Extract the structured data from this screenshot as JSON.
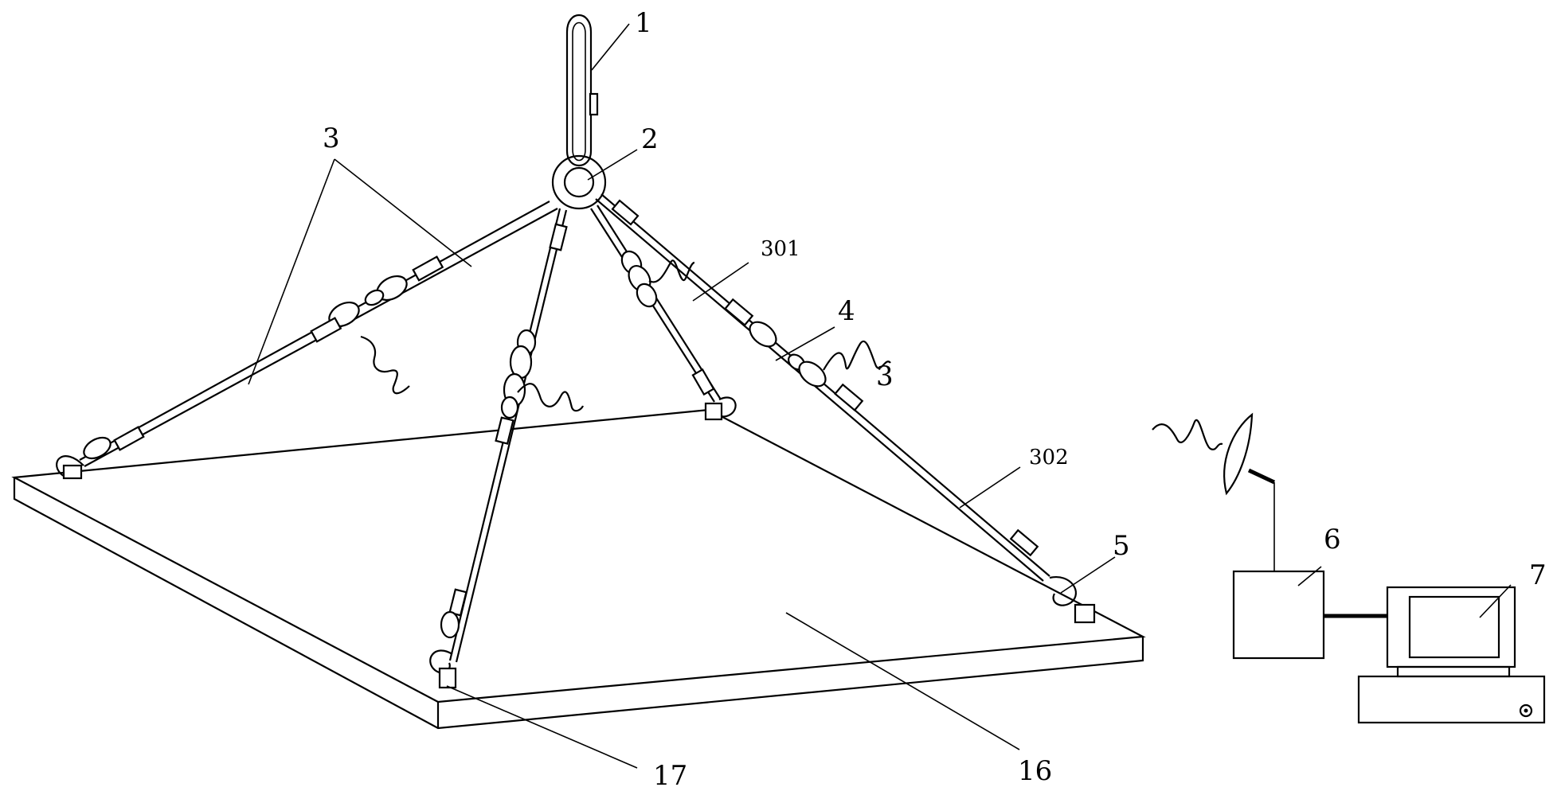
{
  "labels": {
    "l1": "1",
    "l2": "2",
    "l3a": "3",
    "l3b": "3",
    "l301": "301",
    "l4": "4",
    "l302": "302",
    "l5": "5",
    "l6": "6",
    "l7": "7",
    "l16": "16",
    "l17": "17"
  }
}
